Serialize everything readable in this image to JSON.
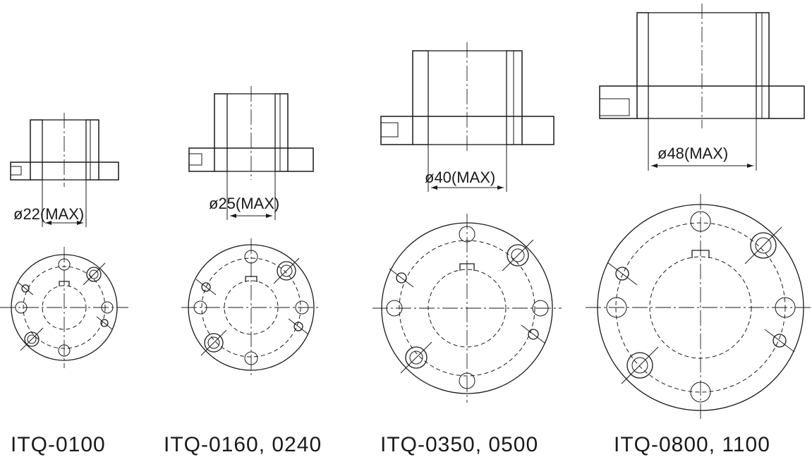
{
  "models": [
    {
      "caption": "ITQ-0100",
      "dimension": "ø22(MAX)"
    },
    {
      "caption": "ITQ-0160,  0240",
      "dimension": "ø25(MAX)"
    },
    {
      "caption": "ITQ-0350,  0500",
      "dimension": "ø40(MAX)"
    },
    {
      "caption": "ITQ-0800,  1100",
      "dimension": "ø48(MAX)"
    }
  ]
}
